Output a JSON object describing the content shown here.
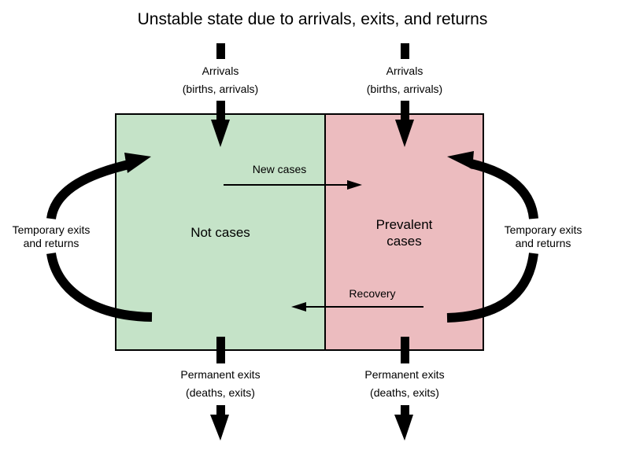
{
  "title": "Unstable state due to arrivals, exits, and returns",
  "colors": {
    "not_cases_fill": "#c5e3c8",
    "prevalent_fill": "#ecbcbf",
    "stroke": "#000000"
  },
  "boxes": {
    "not_cases": "Not cases",
    "prevalent_line1": "Prevalent",
    "prevalent_line2": "cases"
  },
  "arrivals": {
    "left": {
      "line1": "Arrivals",
      "line2": "(births, arrivals)"
    },
    "right": {
      "line1": "Arrivals",
      "line2": "(births, arrivals)"
    }
  },
  "exits": {
    "left": {
      "line1": "Permanent exits",
      "line2": "(deaths, exits)"
    },
    "right": {
      "line1": "Permanent exits",
      "line2": "(deaths, exits)"
    }
  },
  "transitions": {
    "new_cases": "New cases",
    "recovery": "Recovery"
  },
  "temporary": {
    "left": {
      "line1": "Temporary exits",
      "line2": "and returns"
    },
    "right": {
      "line1": "Temporary exits",
      "line2": "and returns"
    }
  }
}
